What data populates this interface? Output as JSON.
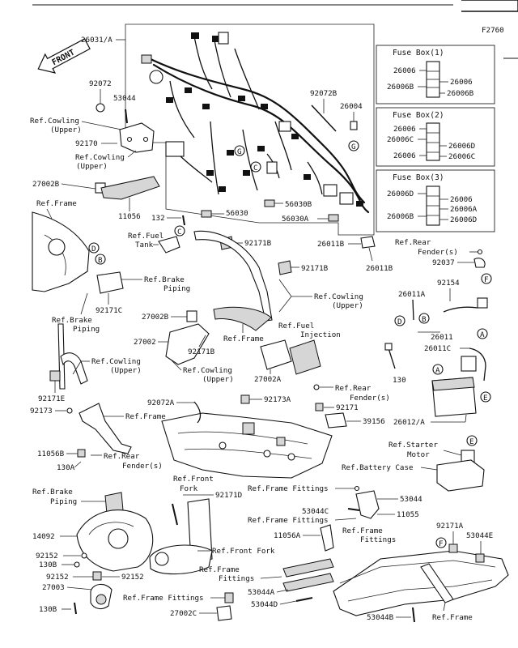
{
  "diagram_code": "F2760",
  "front_label": "FRONT",
  "labels": {
    "l26031A": "26031/A",
    "l92072": "92072",
    "l53044a": "53044",
    "refCowlingUpper1a": "Ref.Cowling",
    "refCowlingUpper1b": "(Upper)",
    "l92170": "92170",
    "refCowlingUpper2a": "Ref.Cowling",
    "refCowlingUpper2b": "(Upper)",
    "l27002B_a": "27002B",
    "l11056": "11056",
    "refFrame1": "Ref.Frame",
    "l132": "132",
    "refFuelTank_a": "Ref.Fuel",
    "refFuelTank_b": "Tank",
    "l92171B_a": "92171B",
    "l92171B_b": "92171B",
    "l92072B": "92072B",
    "l26004": "26004",
    "l56030B": "56030B",
    "l56030": "56030",
    "l56030A": "56030A",
    "l26011B_a": "26011B",
    "l26011B_b": "26011B",
    "refRearFender1a": "Ref.Rear",
    "refRearFender1b": "Fender(s)",
    "l92037": "92037",
    "refBrakePiping1a": "Ref.Brake",
    "refBrakePiping1b": "Piping",
    "l92171C": "92171C",
    "refBrakePiping2a": "Ref.Brake",
    "refBrakePiping2b": "Piping",
    "refCowlingUpper3a": "Ref.Cowling",
    "refCowlingUpper3b": "(Upper)",
    "l27002B_b": "27002B",
    "l27002": "27002",
    "l92171B_c": "92171B",
    "refFrame2": "Ref.Frame",
    "refFuelInj_a": "Ref.Fuel",
    "refFuelInj_b": "Injection",
    "refCowlingUpper4a": "Ref.Cowling",
    "refCowlingUpper4b": "(Upper)",
    "refCowlingUpper5a": "Ref.Cowling",
    "refCowlingUpper5b": "(Upper)",
    "l27002A": "27002A",
    "refRearFender2a": "Ref.Rear",
    "refRearFender2b": "Fender(s)",
    "l92171": "92171",
    "l39156": "39156",
    "l26011A": "26011A",
    "l92154": "92154",
    "l26011": "26011",
    "l26011C": "26011C",
    "l130a": "130",
    "l26012A": "26012/A",
    "refStarter_a": "Ref.Starter",
    "refStarter_b": "Motor",
    "refBatteryCase": "Ref.Battery Case",
    "l92171E": "92171E",
    "l92173": "92173",
    "refFrame3": "Ref.Frame",
    "l92072A": "92072A",
    "l92173A": "92173A",
    "l11056B": "11056B",
    "l130A": "130A",
    "refRearFender3a": "Ref.Rear",
    "refRearFender3b": "Fender(s)",
    "refBrakePiping3a": "Ref.Brake",
    "refBrakePiping3b": "Piping",
    "refFrontFork1a": "Ref.Front",
    "refFrontFork1b": "Fork",
    "l92171D": "92171D",
    "refFrameFittings1": "Ref.Frame Fittings",
    "l53044b": "53044",
    "l53044C": "53044C",
    "l11055": "11055",
    "refFrameFittings2": "Ref.Frame Fittings",
    "l14092": "14092",
    "refFrontFork2": "Ref.Front Fork",
    "l11056A": "11056A",
    "refFrameFittings3a": "Ref.Frame",
    "refFrameFittings3b": "Fittings",
    "l92171A": "92171A",
    "l53044E": "53044E",
    "l92152_a": "92152",
    "l130B_a": "130B",
    "l92152_b": "92152",
    "l92152_c": "92152",
    "l27003": "27003",
    "l130B_b": "130B",
    "refFrameFittings4a": "Ref.Frame",
    "refFrameFittings4b": "Fittings",
    "l53044A": "53044A",
    "l53044D": "53044D",
    "refFrameFittings5": "Ref.Frame Fittings",
    "l27002C": "27002C",
    "l53044B": "53044B",
    "refFrame4": "Ref.Frame"
  },
  "fuse_boxes": [
    {
      "title": "Fuse Box(1)",
      "left": [
        "26006",
        "26006B"
      ],
      "right": [
        "26006",
        "26006B"
      ]
    },
    {
      "title": "Fuse Box(2)",
      "left": [
        "26006",
        "26006C",
        "26006"
      ],
      "right": [
        "26006D",
        "26006C"
      ]
    },
    {
      "title": "Fuse Box(3)",
      "left": [
        "26006D",
        "26006B"
      ],
      "right": [
        "26006",
        "26006A",
        "26006D"
      ]
    }
  ],
  "callouts": [
    "B",
    "C",
    "D",
    "E",
    "F",
    "G"
  ]
}
